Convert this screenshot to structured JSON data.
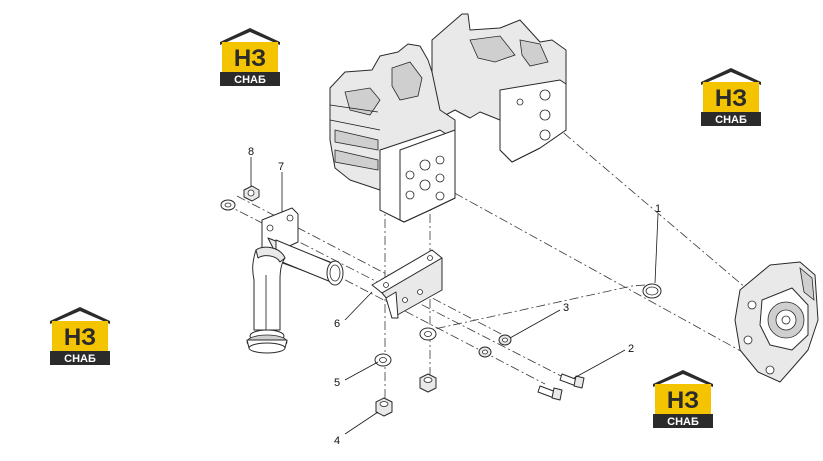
{
  "colors": {
    "logo_yellow": "#f5c400",
    "logo_dark": "#2b2b2b",
    "line": "#2a2a2a",
    "background": "#ffffff"
  },
  "watermark": {
    "mark": "НЗ",
    "caption": "СНАБ"
  },
  "callouts": [
    {
      "label": "1",
      "part": "o-ring"
    },
    {
      "label": "2",
      "part": "bolt"
    },
    {
      "label": "3",
      "part": "washer"
    },
    {
      "label": "4",
      "part": "nut"
    },
    {
      "label": "5",
      "part": "washer"
    },
    {
      "label": "6",
      "part": "bracket"
    },
    {
      "label": "7",
      "part": "oil-suction-pipe"
    },
    {
      "label": "8",
      "part": "nut"
    }
  ]
}
